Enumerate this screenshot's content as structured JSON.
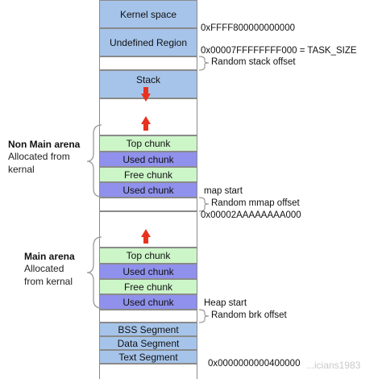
{
  "segments": {
    "kernel_space": "Kernel space",
    "undefined_region": "Undefined Region",
    "stack": "Stack",
    "nm_top_chunk": "Top chunk",
    "nm_used_chunk_1": "Used chunk",
    "nm_free_chunk": "Free chunk",
    "nm_used_chunk_2": "Used chunk",
    "m_top_chunk": "Top chunk",
    "m_used_chunk_1": "Used chunk",
    "m_free_chunk": "Free chunk",
    "m_used_chunk_2": "Used chunk",
    "bss_segment": "BSS Segment",
    "data_segment": "Data Segment",
    "text_segment": "Text Segment"
  },
  "addresses": {
    "kernel_boundary": "0xFFFF800000000000",
    "task_size": "0x00007FFFFFFFF000 = TASK_SIZE",
    "mmap_base": "0x00002AAAAAAAA000",
    "text_base": "0x0000000000400000"
  },
  "annotations": {
    "random_stack_offset": "Random stack offset",
    "mmap_start": "map start",
    "random_mmap_offset": "Random mmap offset",
    "heap_start": "Heap start",
    "random_brk_offset": "Random brk offset"
  },
  "arenas": {
    "non_main_title": "Non Main arena",
    "non_main_sub_1": "Allocated from",
    "non_main_sub_2": "kernal",
    "main_title": "Main arena",
    "main_sub_1": "Allocated",
    "main_sub_2": "from kernal"
  },
  "watermark": "...icians1983",
  "colors": {
    "blue_segment": "#a6c4ea",
    "green_chunk": "#ccf5c8",
    "purple_chunk": "#8f91ec",
    "arrow_red": "#e8321e",
    "bracket_gray": "#9a9a9a"
  }
}
